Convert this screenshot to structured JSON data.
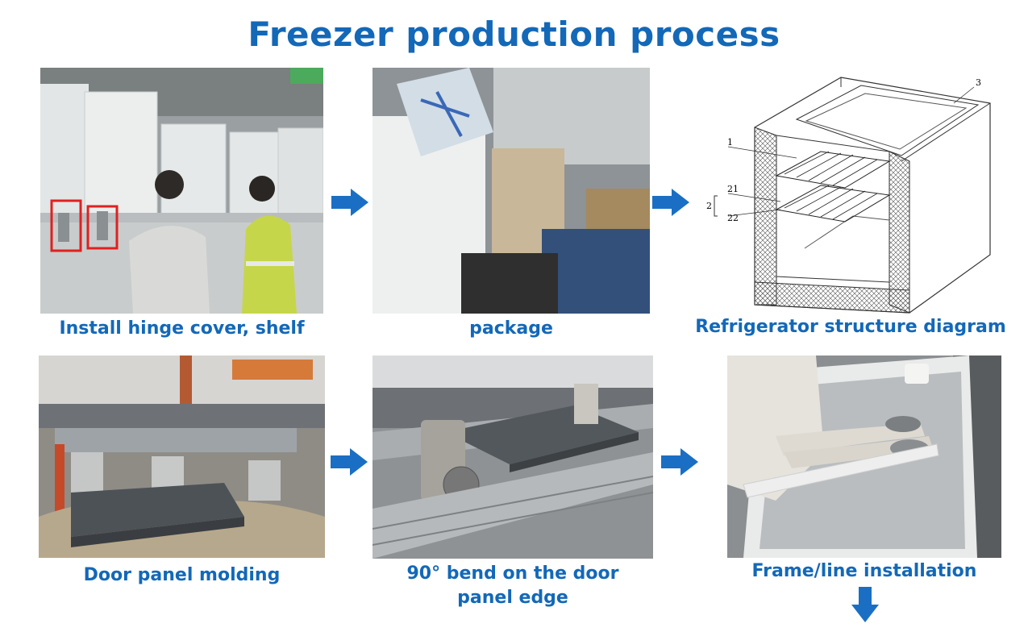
{
  "title": "Freezer production process",
  "captions": {
    "hinge": "Install hinge cover, shelf",
    "package": "package",
    "diagram": "Refrigerator structure diagram",
    "molding": "Door panel molding",
    "bend_line1": "90° bend on the door",
    "bend_line2": "panel edge",
    "frame": "Frame/line installation"
  },
  "diagram_labels": {
    "l3": "3",
    "l1": "1",
    "l2": "2",
    "l21": "21",
    "l22": "22"
  },
  "colors": {
    "accent": "#1368b8",
    "arrow": "#1a6fc4",
    "highlight": "#e02020"
  }
}
